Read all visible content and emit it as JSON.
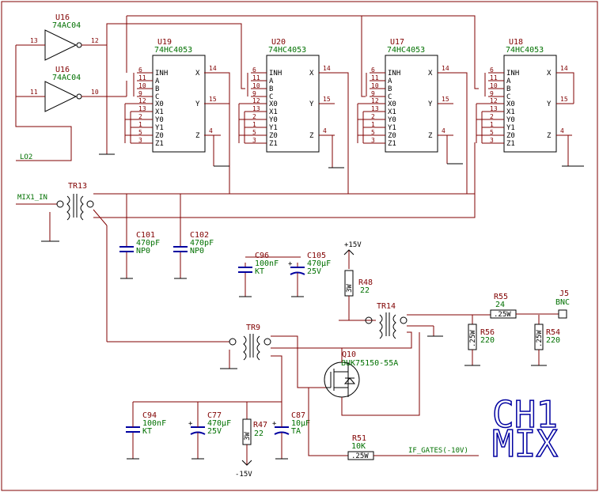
{
  "title_block": {
    "line1": "CH1",
    "line2": "MIX"
  },
  "inverters": [
    {
      "ref": "U16",
      "value": "74AC04",
      "pin_in": "13",
      "pin_out": "12"
    },
    {
      "ref": "U16",
      "value": "74AC04",
      "pin_in": "11",
      "pin_out": "10"
    }
  ],
  "muxes": [
    {
      "ref": "U19",
      "value": "74HC4053"
    },
    {
      "ref": "U20",
      "value": "74HC4053"
    },
    {
      "ref": "U17",
      "value": "74HC4053"
    },
    {
      "ref": "U18",
      "value": "74HC4053"
    }
  ],
  "mux_pins_left": [
    "INH",
    "A",
    "B",
    "C",
    "X0",
    "X1",
    "Y0",
    "Y1",
    "Z0",
    "Z1"
  ],
  "mux_pins_right": [
    "X",
    "Y",
    "Z"
  ],
  "mux_pin_nums_left": [
    "6",
    "11",
    "10",
    "9",
    "12",
    "13",
    "2",
    "1",
    "5",
    "3"
  ],
  "mux_pin_nums_right": [
    "14",
    "15",
    "4"
  ],
  "nets": {
    "lo2": "LO2",
    "mix1_in": "MIX1_IN",
    "if_gates": "IF_GATES(-10V)"
  },
  "transformers": {
    "tr13": "TR13",
    "tr14": "TR14",
    "tr9": "TR9"
  },
  "caps": [
    {
      "ref": "C101",
      "v1": "470pF",
      "v2": "NP0"
    },
    {
      "ref": "C102",
      "v1": "470pF",
      "v2": "NP0"
    },
    {
      "ref": "C96",
      "v1": "100nF",
      "v2": "KT"
    },
    {
      "ref": "C105",
      "v1": "470µF",
      "v2": "25V"
    },
    {
      "ref": "C94",
      "v1": "100nF",
      "v2": "KT"
    },
    {
      "ref": "C77",
      "v1": "470µF",
      "v2": "25V"
    },
    {
      "ref": "C87",
      "v1": "10µF",
      "v2": "TA"
    }
  ],
  "resistors": [
    {
      "ref": "R48",
      "value": "22",
      "body": "3W"
    },
    {
      "ref": "R47",
      "value": "22",
      "body": "3W"
    },
    {
      "ref": "R55",
      "value": "24",
      "body": ".25W"
    },
    {
      "ref": "R56",
      "value": "220",
      "body": ".25W"
    },
    {
      "ref": "R54",
      "value": "220",
      "body": ".25W"
    },
    {
      "ref": "R51",
      "value": "10K",
      "body": ".25W"
    }
  ],
  "mosfet": {
    "ref": "Q10",
    "value": "BUK75150-55A"
  },
  "connector": {
    "ref": "J5",
    "value": "BNC"
  },
  "power": {
    "pos": "+15V",
    "neg": "-15V"
  }
}
